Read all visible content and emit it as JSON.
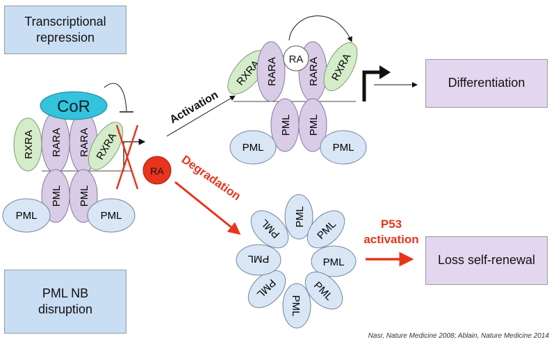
{
  "boxes": {
    "transcriptional_repression": "Transcriptional repression",
    "pml_nb_disruption": "PML NB disruption",
    "differentiation": "Differentiation",
    "loss_self_renewal": "Loss self-renewal"
  },
  "labels": {
    "cor": "CoR",
    "ra": "RA",
    "rxra": "RXRA",
    "rara": "RARA",
    "pml": "PML",
    "activation": "Activation",
    "degradation": "Degradation",
    "p53_line1": "P53",
    "p53_line2": "activation"
  },
  "reference": "Nasr, Nature Medicine 2008; Ablain, Nature Medicine 2014",
  "colors": {
    "blue_box": "#c9ddf3",
    "purple_box": "#e3d7ef",
    "cor": "#33c3dc",
    "rxra": "#d4ecc9",
    "rara": "#d8cce6",
    "pml": "#d9e6f5",
    "ra_red": "#e8341c",
    "arrow_red": "#e8341c"
  }
}
